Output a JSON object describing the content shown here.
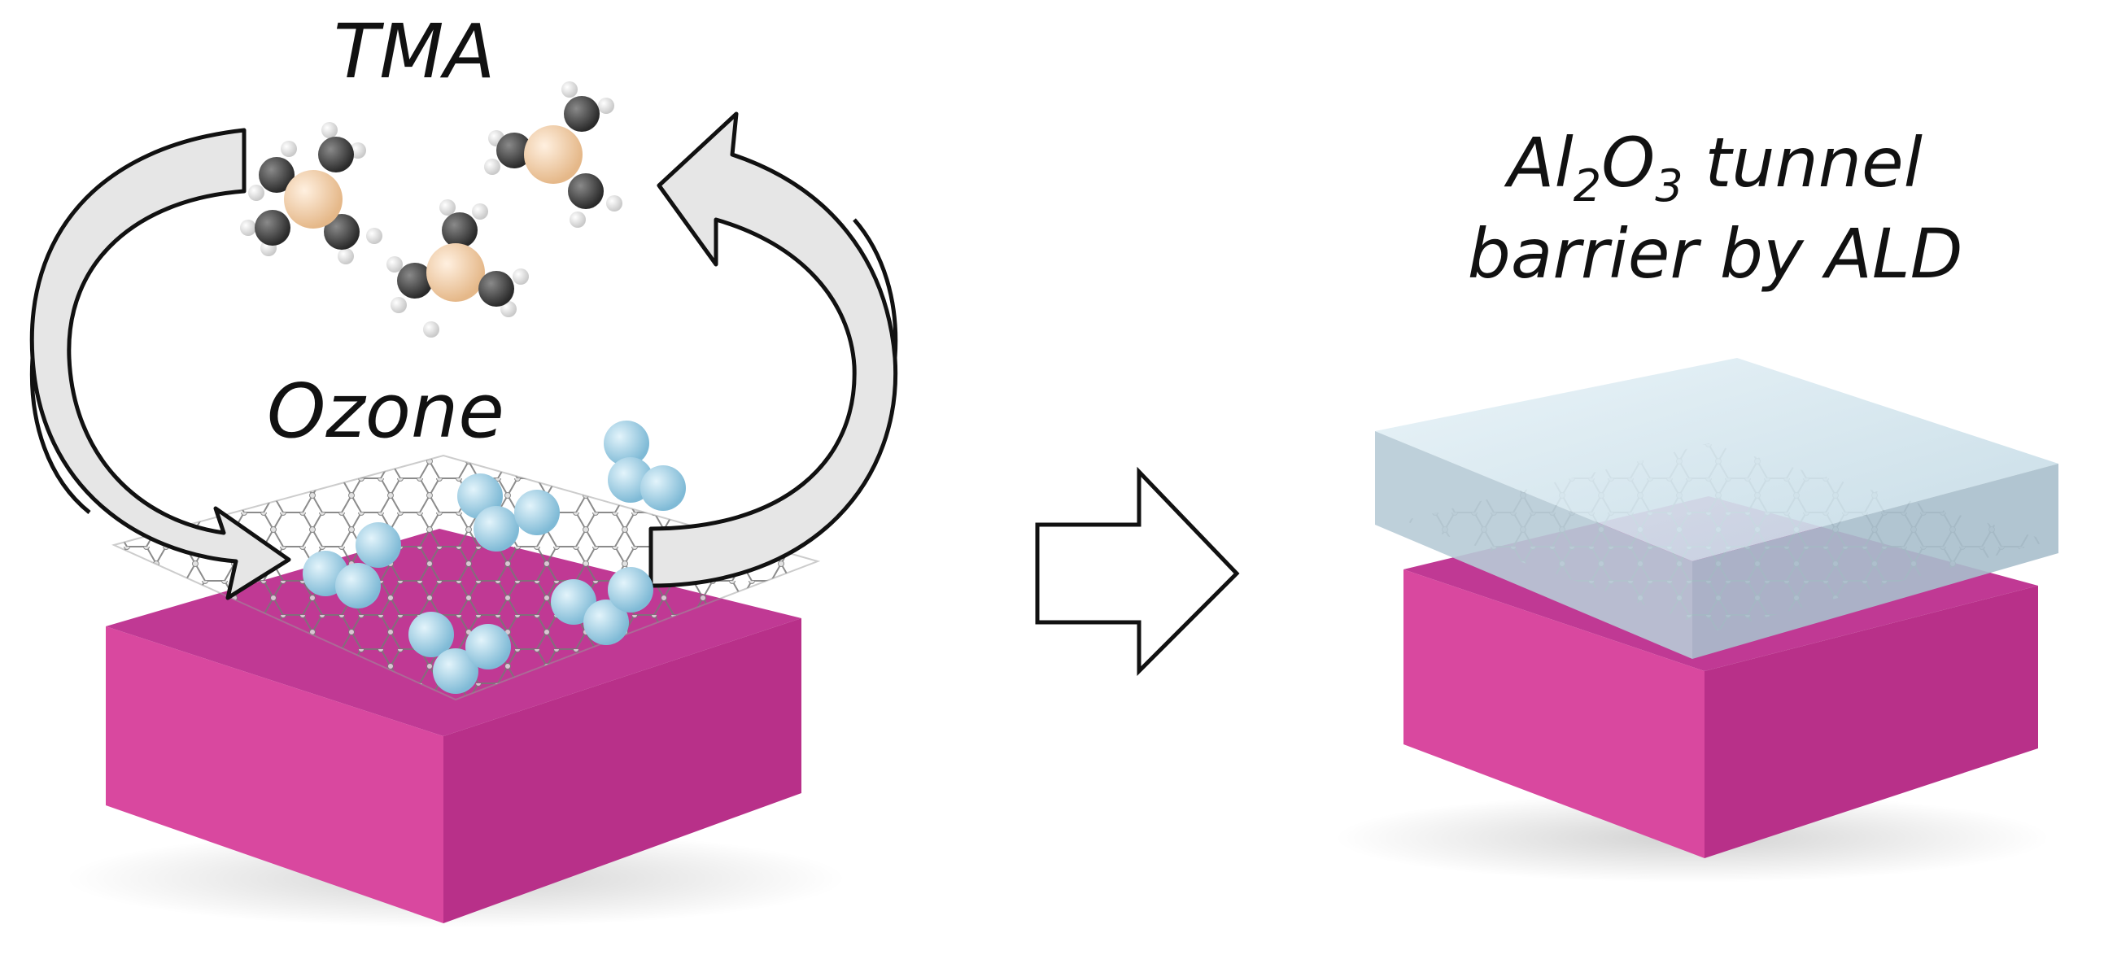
{
  "labels": {
    "precursor": "TMA",
    "oxidant": "Ozone",
    "result_part1_a": "Al",
    "result_sub1": "2",
    "result_part1_b": "O",
    "result_sub2": "3",
    "result_part1_c": " tunnel",
    "result_line2": "barrier by ALD"
  },
  "colors": {
    "substrate_top": "#c83a9a",
    "substrate_front": "#d9479f",
    "substrate_side": "#a92c85",
    "graphene": "#8a8a8a",
    "ozone": "#8cc8e2",
    "aluminum_atom": "#f1c9a0",
    "carbon_atom": "#3b3b3b",
    "hydrogen_atom": "#e8e8e8",
    "barrier": "#c6dce8",
    "arrow_fill": "#e6e6e6",
    "arrow_stroke": "#111111"
  },
  "icons": {
    "cycle_arrows": "curved-cycle-arrow-icon",
    "process_arrow": "block-arrow-right-icon"
  }
}
